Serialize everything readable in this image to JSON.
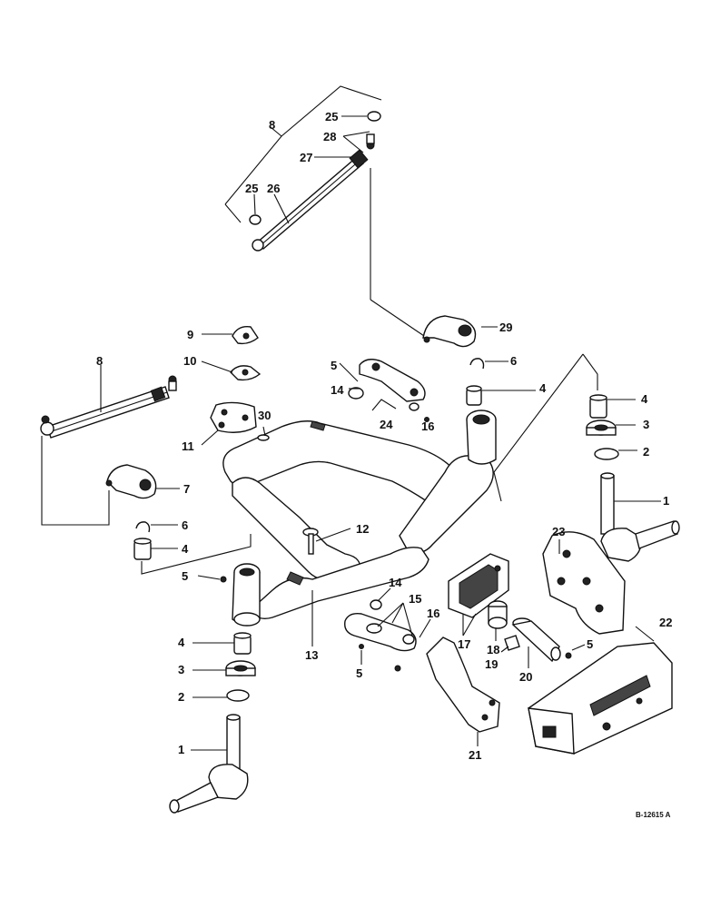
{
  "callouts": [
    {
      "id": "c8a",
      "text": "8"
    },
    {
      "id": "c25a",
      "text": "25"
    },
    {
      "id": "c28",
      "text": "28"
    },
    {
      "id": "c27",
      "text": "27"
    },
    {
      "id": "c25b",
      "text": "25"
    },
    {
      "id": "c26",
      "text": "26"
    },
    {
      "id": "c29",
      "text": "29"
    },
    {
      "id": "c9",
      "text": "9"
    },
    {
      "id": "c10",
      "text": "10"
    },
    {
      "id": "c8b",
      "text": "8"
    },
    {
      "id": "c5a",
      "text": "5"
    },
    {
      "id": "c6a",
      "text": "6"
    },
    {
      "id": "c4a",
      "text": "4"
    },
    {
      "id": "c14a",
      "text": "14"
    },
    {
      "id": "c24",
      "text": "24"
    },
    {
      "id": "c16a",
      "text": "16"
    },
    {
      "id": "c4b",
      "text": "4"
    },
    {
      "id": "c3a",
      "text": "3"
    },
    {
      "id": "c2a",
      "text": "2"
    },
    {
      "id": "c1a",
      "text": "1"
    },
    {
      "id": "c11",
      "text": "11"
    },
    {
      "id": "c30",
      "text": "30"
    },
    {
      "id": "c7",
      "text": "7"
    },
    {
      "id": "c6b",
      "text": "6"
    },
    {
      "id": "c4c",
      "text": "4"
    },
    {
      "id": "c12",
      "text": "12"
    },
    {
      "id": "c23",
      "text": "23"
    },
    {
      "id": "c5b",
      "text": "5"
    },
    {
      "id": "c13",
      "text": "13"
    },
    {
      "id": "c14b",
      "text": "14"
    },
    {
      "id": "c15",
      "text": "15"
    },
    {
      "id": "c16b",
      "text": "16"
    },
    {
      "id": "c17",
      "text": "17"
    },
    {
      "id": "c18",
      "text": "18"
    },
    {
      "id": "c19",
      "text": "19"
    },
    {
      "id": "c20",
      "text": "20"
    },
    {
      "id": "c5c",
      "text": "5"
    },
    {
      "id": "c22",
      "text": "22"
    },
    {
      "id": "c4d",
      "text": "4"
    },
    {
      "id": "c5d",
      "text": "5"
    },
    {
      "id": "c3b",
      "text": "3"
    },
    {
      "id": "c2b",
      "text": "2"
    },
    {
      "id": "c21",
      "text": "21"
    },
    {
      "id": "c1b",
      "text": "1"
    }
  ],
  "drawing_id": "B-12615 A"
}
